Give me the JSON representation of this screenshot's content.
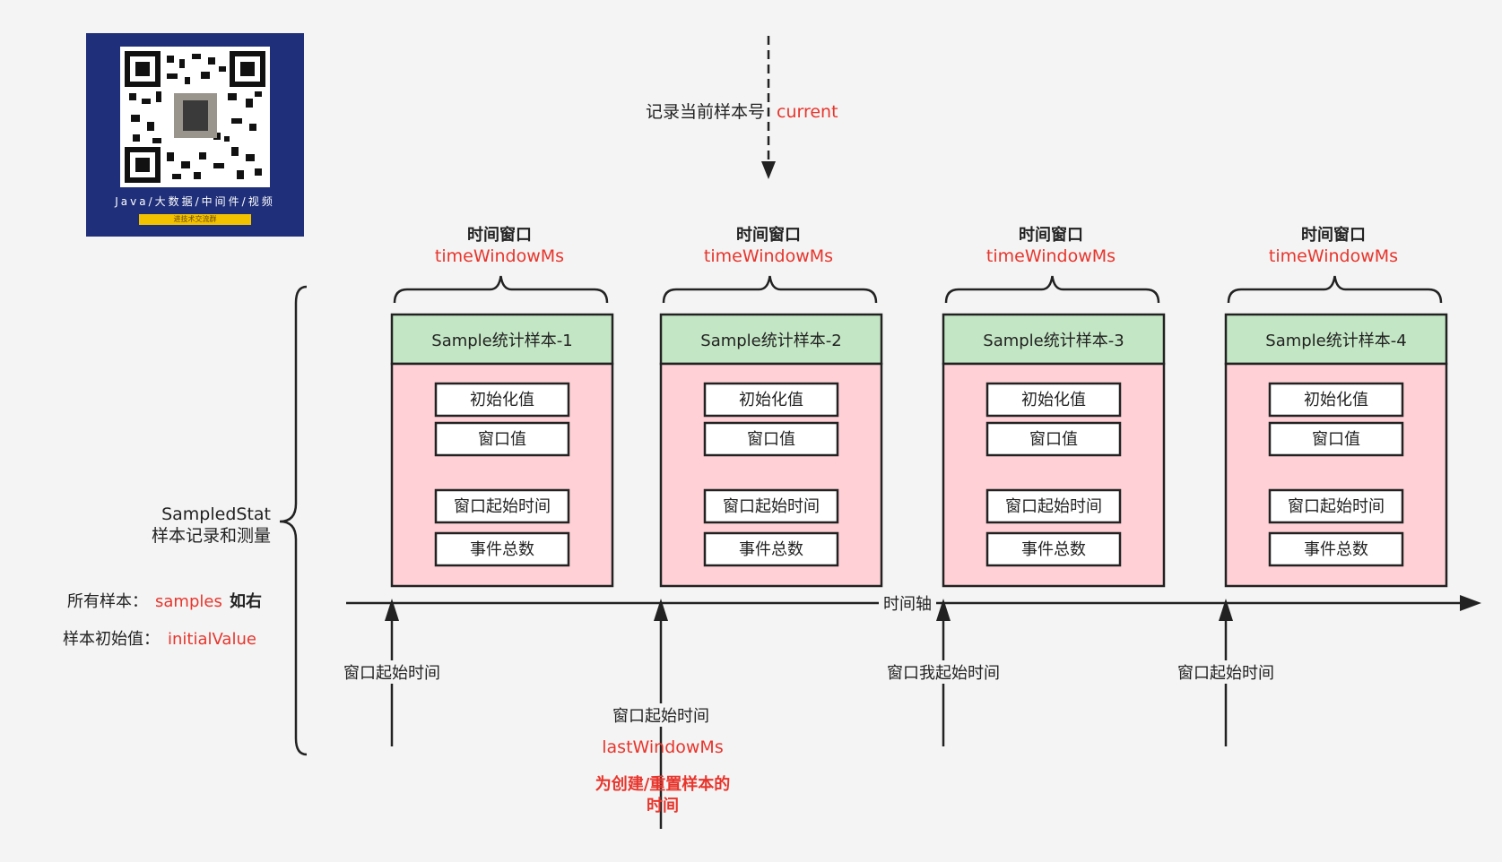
{
  "qr": {
    "caption": "Java/大数据/中间件/视频",
    "bar_label": "进技术交流群"
  },
  "current_note": {
    "label": "记录当前样本号",
    "value": "current"
  },
  "window_header": {
    "title": "时间窗口",
    "value": "timeWindowMs"
  },
  "samples": [
    {
      "title": "Sample统计样本-1"
    },
    {
      "title": "Sample统计样本-2"
    },
    {
      "title": "Sample统计样本-3"
    },
    {
      "title": "Sample统计样本-4"
    }
  ],
  "fields": [
    "初始化值",
    "窗口值",
    "窗口起始时间",
    "事件总数"
  ],
  "sampledstat": {
    "name": "SampledStat",
    "desc": "样本记录和测量"
  },
  "all_samples": {
    "label": "所有样本：",
    "value": "samples",
    "suffix": "如右"
  },
  "initial_value": {
    "label": "样本初始值：",
    "value": "initialValue"
  },
  "axis_label": "时间轴",
  "arrow_labels": [
    "窗口起始时间",
    "窗口起始时间",
    "窗口我起始时间",
    "窗口起始时间"
  ],
  "last_window": {
    "value": "lastWindowMs",
    "desc_line1": "为创建/重置样本的",
    "desc_line2": "时间"
  },
  "colors": {
    "header_green": "#c3e6c4",
    "body_pink": "#ffd1d6",
    "accent_red": "#e8352c",
    "box_border": "#222222"
  }
}
